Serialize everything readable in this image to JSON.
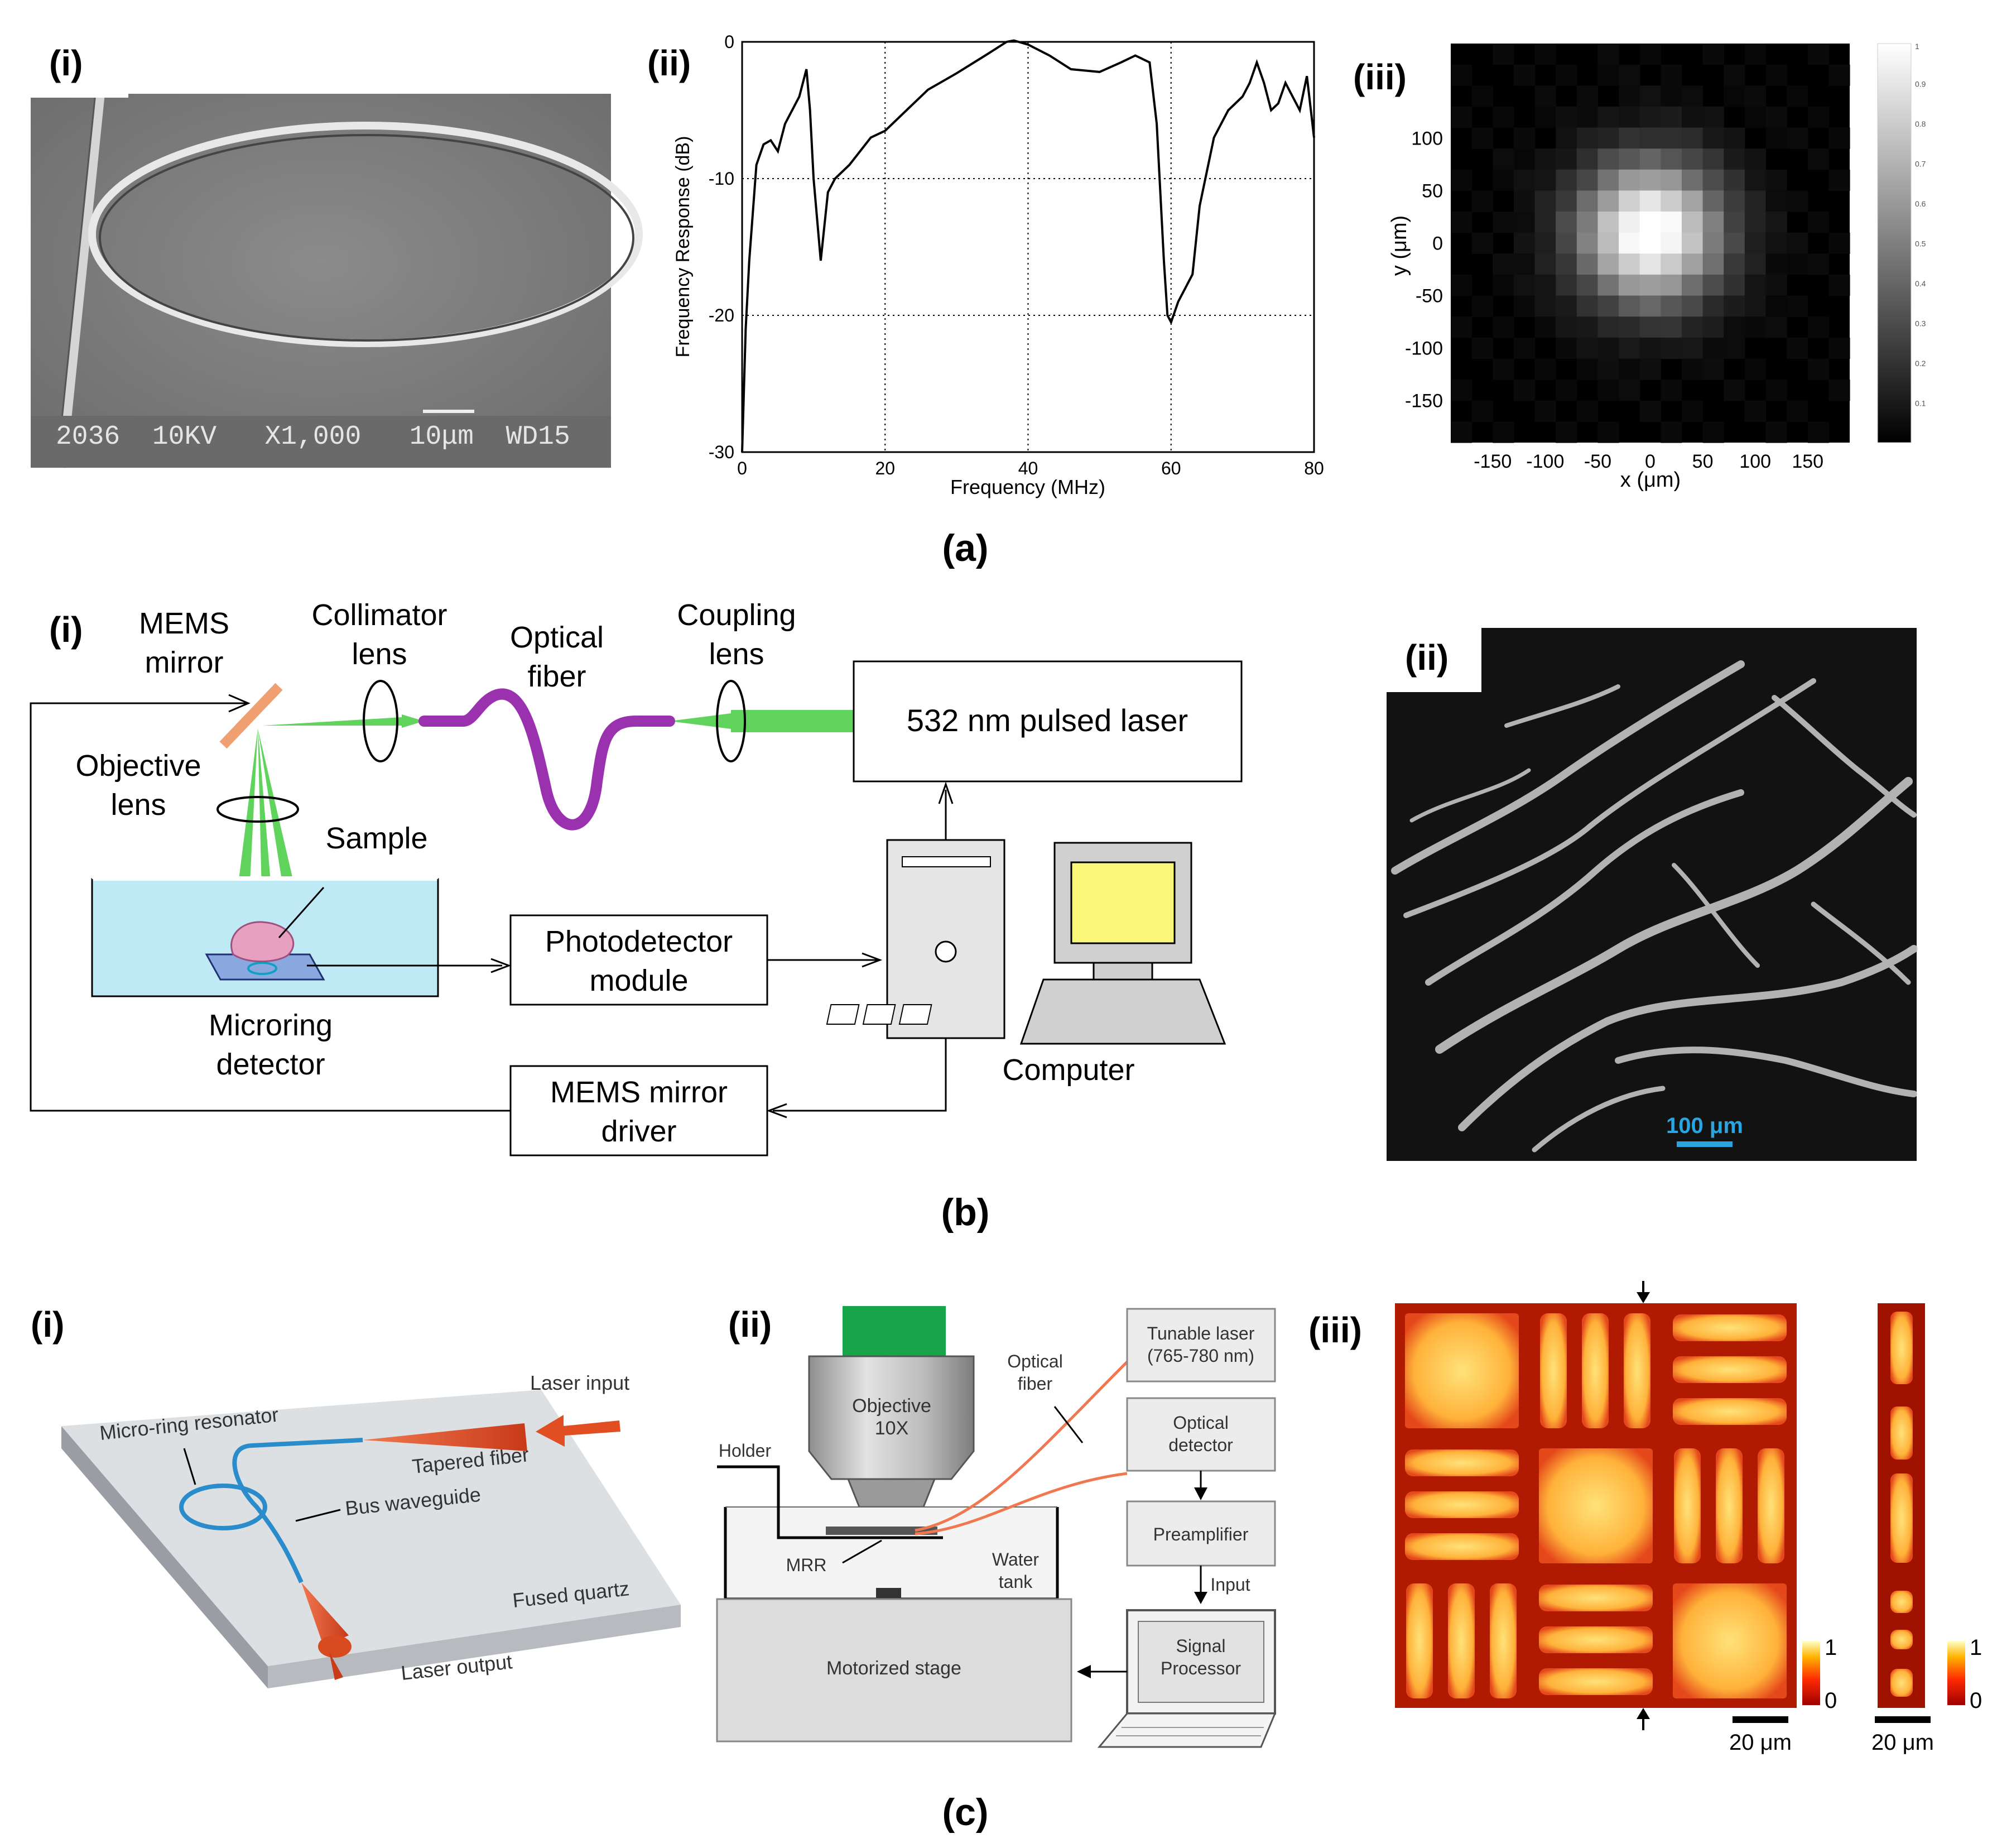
{
  "panel_a": {
    "caption": "(a)",
    "i": {
      "label": "(i)",
      "sem_text": "2036  10KV   X1,000   10μm  WD15"
    },
    "ii": {
      "label": "(ii)"
    },
    "iii": {
      "label": "(iii)",
      "colorbar_ticks": [
        "1",
        "0.9",
        "0.8",
        "0.7",
        "0.6",
        "0.5",
        "0.4",
        "0.3",
        "0.2",
        "0.1"
      ]
    }
  },
  "panel_b": {
    "caption": "(b)",
    "i": {
      "label": "(i)",
      "mems_mirror": [
        "MEMS",
        "mirror"
      ],
      "collimator": [
        "Collimator",
        "lens"
      ],
      "optical_fiber": [
        "Optical",
        "fiber"
      ],
      "coupling": [
        "Coupling",
        "lens"
      ],
      "laser": "532 nm pulsed laser",
      "objective": [
        "Objective",
        "lens"
      ],
      "sample": "Sample",
      "photodetector": [
        "Photodetector",
        "module"
      ],
      "microring": [
        "Microring",
        "detector"
      ],
      "computer": "Computer",
      "mems_driver": [
        "MEMS mirror",
        "driver"
      ]
    },
    "ii": {
      "label": "(ii)",
      "scale": "100 μm"
    }
  },
  "panel_c": {
    "caption": "(c)",
    "i": {
      "label": "(i)",
      "laser_input": "Laser input",
      "mrr": "Micro-ring resonator",
      "tapered": "Tapered fiber",
      "bus": "Bus waveguide",
      "quartz": "Fused quartz",
      "laser_output": "Laser output"
    },
    "ii": {
      "label": "(ii)",
      "objective": [
        "Objective",
        "10X"
      ],
      "holder": "Holder",
      "mrr": "MRR",
      "water": [
        "Water",
        "tank"
      ],
      "stage": "Motorized stage",
      "tunable": [
        "Tunable laser",
        "(765-780 nm)"
      ],
      "optical_fiber": [
        "Optical",
        "fiber"
      ],
      "detector": [
        "Optical",
        "detector"
      ],
      "preamp": "Preamplifier",
      "input": "Input",
      "signal": [
        "Signal",
        "Processor"
      ]
    },
    "iii": {
      "label": "(iii)",
      "cb_top": "1",
      "cb_bottom": "0",
      "scale": "20 μm"
    }
  },
  "chart_data": [
    {
      "type": "line",
      "xlabel": "Frequency (MHz)",
      "ylabel": "Frequency Response (dB)",
      "xlim": [
        0,
        80
      ],
      "ylim": [
        -30,
        0
      ],
      "xticks": [
        0,
        20,
        40,
        60,
        80
      ],
      "yticks": [
        0,
        -10,
        -20,
        -30
      ],
      "grid": true,
      "x": [
        0,
        0.5,
        1,
        2,
        3,
        4,
        5,
        6,
        7,
        8,
        9,
        9.5,
        10,
        10.5,
        11,
        12,
        13,
        15,
        18,
        20,
        23,
        26,
        30,
        34,
        37,
        38,
        40,
        43,
        46,
        50,
        53,
        55,
        57,
        58,
        59,
        59.5,
        60,
        61,
        62,
        63,
        64,
        66,
        68,
        70,
        71,
        72,
        73,
        74,
        75,
        76,
        77,
        78,
        79,
        80
      ],
      "y": [
        -30,
        -21,
        -16,
        -9,
        -7.5,
        -7.2,
        -8,
        -6,
        -5,
        -4,
        -2,
        -5,
        -10,
        -13,
        -16,
        -11,
        -10,
        -9,
        -7,
        -6.5,
        -5,
        -3.5,
        -2.3,
        -1,
        0,
        0.1,
        -0.2,
        -1,
        -2,
        -2.2,
        -1.5,
        -1,
        -1.5,
        -6,
        -16,
        -20,
        -20.5,
        -19,
        -18,
        -17,
        -12,
        -7,
        -5,
        -4,
        -3,
        -1.5,
        -3,
        -5,
        -4.5,
        -3,
        -4,
        -5,
        -2.5,
        -7
      ]
    },
    {
      "type": "heatmap",
      "xlabel": "x (μm)",
      "ylabel": "y (μm)",
      "xlim": [
        -190,
        190
      ],
      "ylim": [
        -190,
        190
      ],
      "xticks": [
        -150,
        -100,
        -50,
        0,
        50,
        100,
        150
      ],
      "yticks": [
        100,
        50,
        0,
        -50,
        -100,
        -150
      ],
      "grid": false,
      "peak_x": 0,
      "peak_y": 10,
      "colorbar": [
        0,
        1
      ]
    }
  ]
}
